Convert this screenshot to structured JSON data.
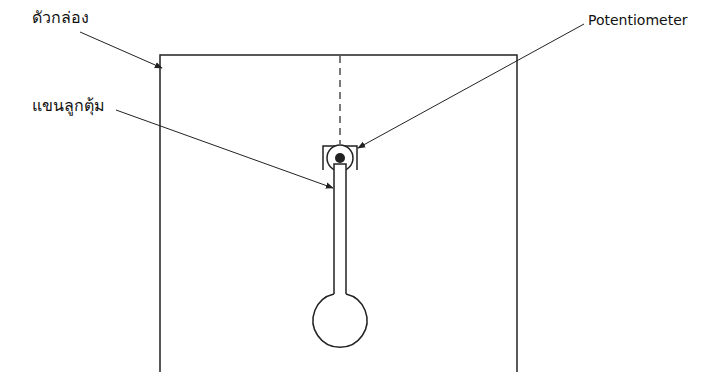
{
  "diagram": {
    "labels": [
      "ดัวกล่อง",
      "Potentiometer",
      "แขนลูกตุ้ม"
    ]
  }
}
